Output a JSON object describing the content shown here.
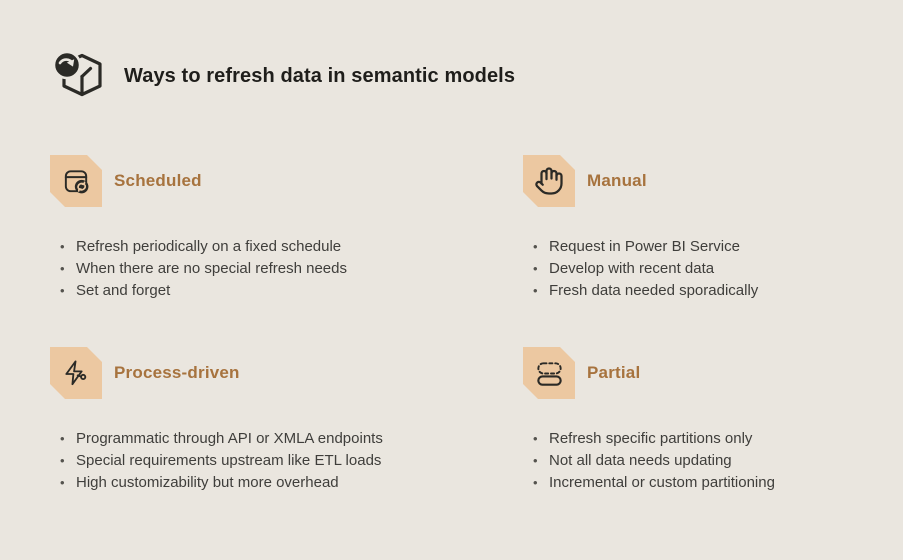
{
  "title": "Ways to refresh data in semantic models",
  "logo_icon": "box-refresh-icon",
  "colors": {
    "background": "#eae6df",
    "badge_fill": "#ecc8a1",
    "section_heading": "#a7733e",
    "title_text": "#1f1e1b",
    "body_text": "#3f3e3b",
    "icon_dark": "#2b2a26"
  },
  "sections": [
    {
      "label": "Scheduled",
      "icon": "calendar-sync-icon",
      "bullets": [
        "Refresh periodically on a fixed schedule",
        "When there are no special refresh needs",
        "Set and forget"
      ]
    },
    {
      "label": "Manual",
      "icon": "hand-icon",
      "bullets": [
        "Request in Power BI Service",
        "Develop with recent data",
        "Fresh data needed sporadically"
      ]
    },
    {
      "label": "Process-driven",
      "icon": "lightning-flow-icon",
      "bullets": [
        "Programmatic through API or XMLA endpoints",
        "Special requirements upstream like ETL loads",
        "High customizability but more overhead"
      ]
    },
    {
      "label": "Partial",
      "icon": "partition-icon",
      "bullets": [
        "Refresh specific partitions only",
        "Not all data needs updating",
        "Incremental or custom partitioning"
      ]
    }
  ]
}
